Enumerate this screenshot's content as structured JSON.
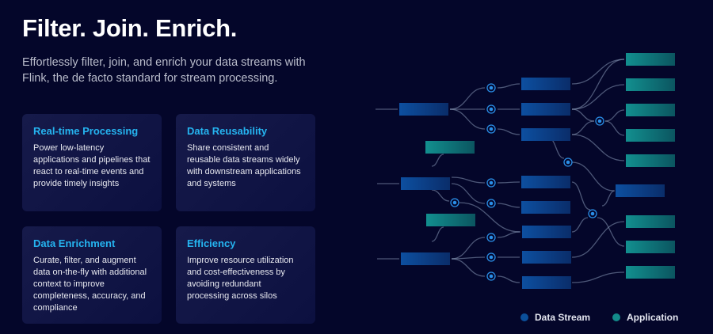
{
  "header": {
    "title": "Filter. Join. Enrich.",
    "subtitle": "Effortlessly filter, join, and enrich your data streams with Flink, the de facto standard for stream processing."
  },
  "cards": [
    {
      "title": "Real-time Processing",
      "body": "Power low-latency applications and pipelines that react to real-time events and provide timely insights"
    },
    {
      "title": "Data Reusability",
      "body": "Share consistent and reusable data streams widely with downstream applications and systems"
    },
    {
      "title": "Data Enrichment",
      "body": "Curate, filter, and augment data on-the-fly with additional context to improve completeness, accuracy, and compliance"
    },
    {
      "title": "Efficiency",
      "body": "Improve resource utilization and cost-effectiveness by avoiding redundant processing across silos"
    }
  ],
  "legend": [
    {
      "label": "Data Stream",
      "color": "#0b4f9a"
    },
    {
      "label": "Application",
      "color": "#138a8a"
    }
  ]
}
